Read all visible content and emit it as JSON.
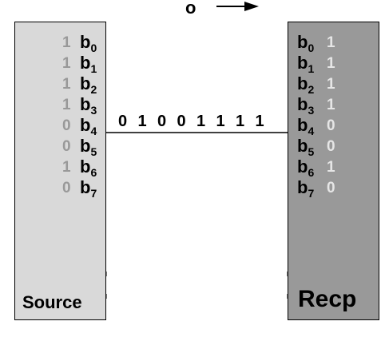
{
  "direction_label": "o",
  "source": {
    "label": "Source",
    "rows": [
      {
        "bit": "1",
        "label": "b",
        "index": "0"
      },
      {
        "bit": "1",
        "label": "b",
        "index": "1"
      },
      {
        "bit": "1",
        "label": "b",
        "index": "2"
      },
      {
        "bit": "1",
        "label": "b",
        "index": "3"
      },
      {
        "bit": "0",
        "label": "b",
        "index": "4"
      },
      {
        "bit": "0",
        "label": "b",
        "index": "5"
      },
      {
        "bit": "1",
        "label": "b",
        "index": "6"
      },
      {
        "bit": "0",
        "label": "b",
        "index": "7"
      }
    ]
  },
  "recp": {
    "label": "Recp",
    "rows": [
      {
        "bit": "1",
        "label": "b",
        "index": "0"
      },
      {
        "bit": "1",
        "label": "b",
        "index": "1"
      },
      {
        "bit": "1",
        "label": "b",
        "index": "2"
      },
      {
        "bit": "1",
        "label": "b",
        "index": "3"
      },
      {
        "bit": "0",
        "label": "b",
        "index": "4"
      },
      {
        "bit": "0",
        "label": "b",
        "index": "5"
      },
      {
        "bit": "1",
        "label": "b",
        "index": "6"
      },
      {
        "bit": "0",
        "label": "b",
        "index": "7"
      }
    ]
  },
  "serial_bits": [
    "0",
    "1",
    "0",
    "0",
    "1",
    "1",
    "1",
    "1"
  ],
  "colors": {
    "source_fill": "#d9d9d9",
    "recp_fill": "#999999",
    "source_bit": "#999999",
    "recp_bit": "#e6e6e6"
  }
}
